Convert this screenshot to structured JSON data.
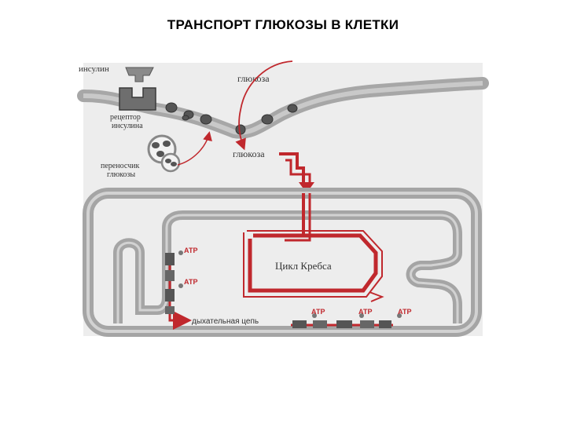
{
  "title": "ТРАНСПОРТ ГЛЮКОЗЫ В КЛЕТКИ",
  "labels": {
    "insulin": "инсулин",
    "glucose_outside": "глюкоза",
    "insulin_receptor_line1": "рецептор",
    "insulin_receptor_line2": "инсулина",
    "glucose_carrier_line1": "переносчик",
    "glucose_carrier_line2": "глюкозы",
    "glucose_inside": "глюкоза",
    "krebs_cycle": "Цикл Кребса",
    "atp_1": "АТР",
    "atp_2": "АТР",
    "atp_3": "АТР",
    "atp_4": "АТР",
    "atp_5": "АТР",
    "respiratory_chain": "дыхательная цепь"
  },
  "colors": {
    "pathway_red": "#c0282d",
    "membrane_gray": "#9a9a9a",
    "protein_dark": "#555555",
    "panel_bg": "#eeeeee"
  }
}
